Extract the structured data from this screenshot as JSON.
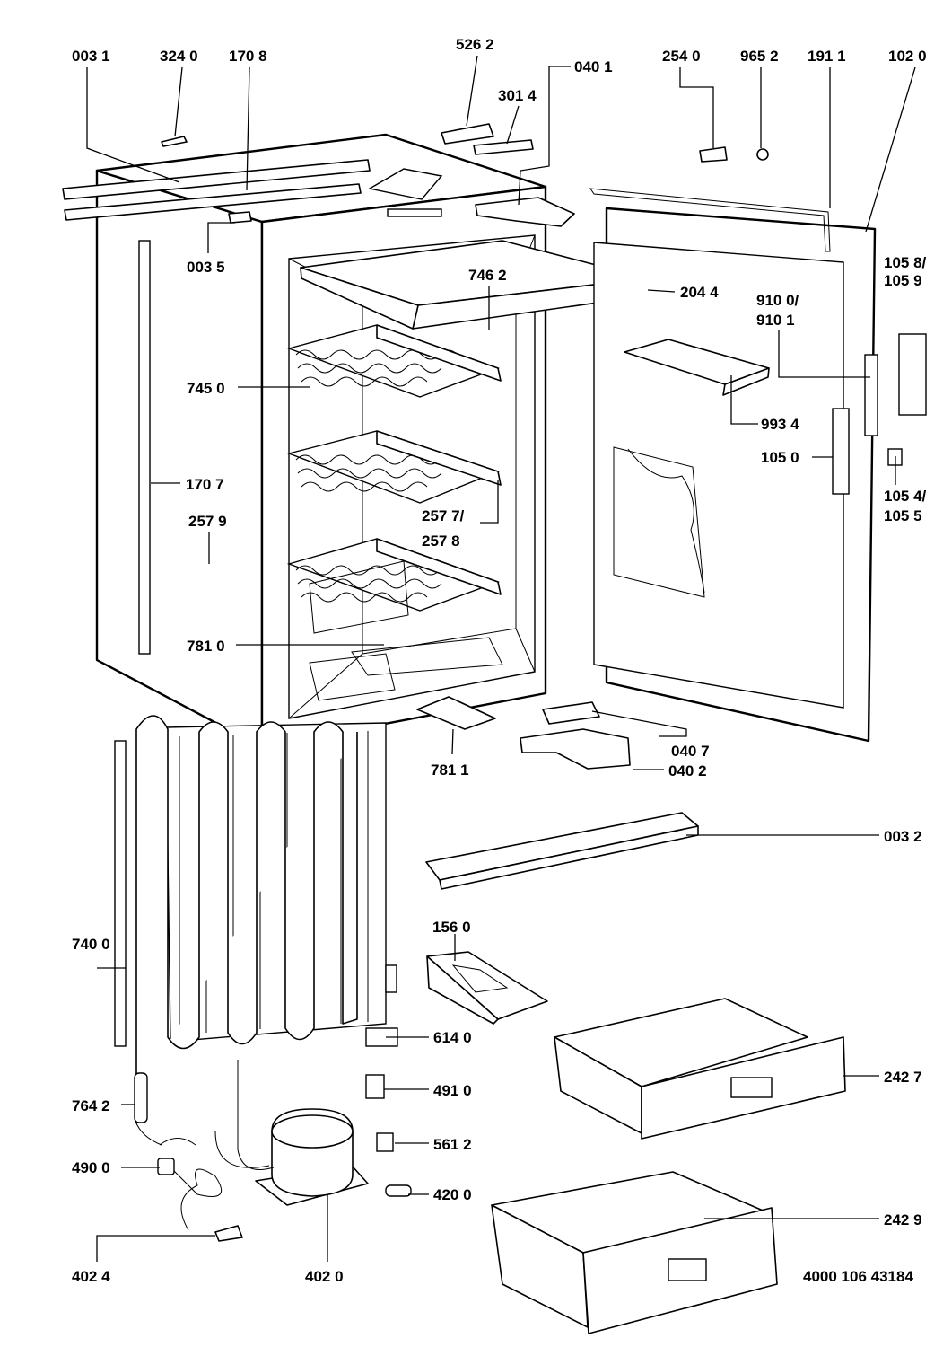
{
  "document_number": "4000 106 43184",
  "labels": {
    "p0031": "003 1",
    "p3240": "324 0",
    "p1708": "170 8",
    "p5262": "526 2",
    "p3014": "301 4",
    "p0401": "040 1",
    "p2540": "254 0",
    "p9652": "965 2",
    "p1911": "191 1",
    "p1020": "102 0",
    "p0035": "003 5",
    "p7462": "746 2",
    "p2044": "204 4",
    "p1058": "105 8/",
    "p1059": "105 9",
    "p9100": "910 0/",
    "p9101": "910 1",
    "p7450": "745 0",
    "p9934": "993 4",
    "p1050": "105 0",
    "p1707": "170 7",
    "p1054": "105 4/",
    "p1055": "105 5",
    "p2579": "257 9",
    "p2577": "257 7/",
    "p2578": "257 8",
    "p7810": "781 0",
    "p0407": "040 7",
    "p7811": "781 1",
    "p0402": "040 2",
    "p0032": "003 2",
    "p1560": "156 0",
    "p7400": "740 0",
    "p6140": "614 0",
    "p4910": "491 0",
    "p2427": "242 7",
    "p7642": "764 2",
    "p5612": "561 2",
    "p4900": "490 0",
    "p4200": "420 0",
    "p2429": "242 9",
    "p4024": "402 4",
    "p4020": "402 0"
  }
}
